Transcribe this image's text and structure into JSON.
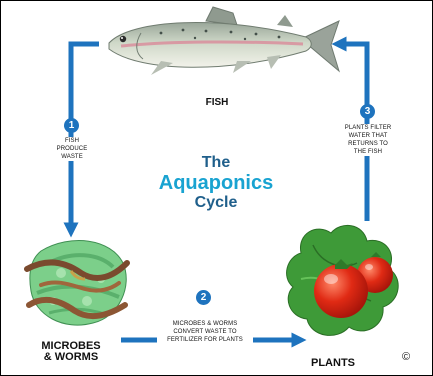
{
  "title": {
    "line1": "The",
    "line2": "Aquaponics",
    "line3": "Cycle"
  },
  "nodes": {
    "fish": "FISH",
    "microbes": "MICROBES\n& WORMS",
    "plants": "PLANTS"
  },
  "steps": [
    {
      "number": "1",
      "text": "FISH\nPRODUCE\nWASTE"
    },
    {
      "number": "2",
      "text": "MICROBES & WORMS\nCONVERT WASTE TO\nFERTILIZER FOR PLANTS"
    },
    {
      "number": "3",
      "text": "PLANTS FILTER\nWATER THAT\nRETURNS TO\nTHE FISH"
    }
  ],
  "copyright": "©",
  "colors": {
    "arrow": "#1e73be",
    "title_dark": "#1f5f8b",
    "title_accent": "#19a3d1",
    "badge": "#1e73be"
  }
}
